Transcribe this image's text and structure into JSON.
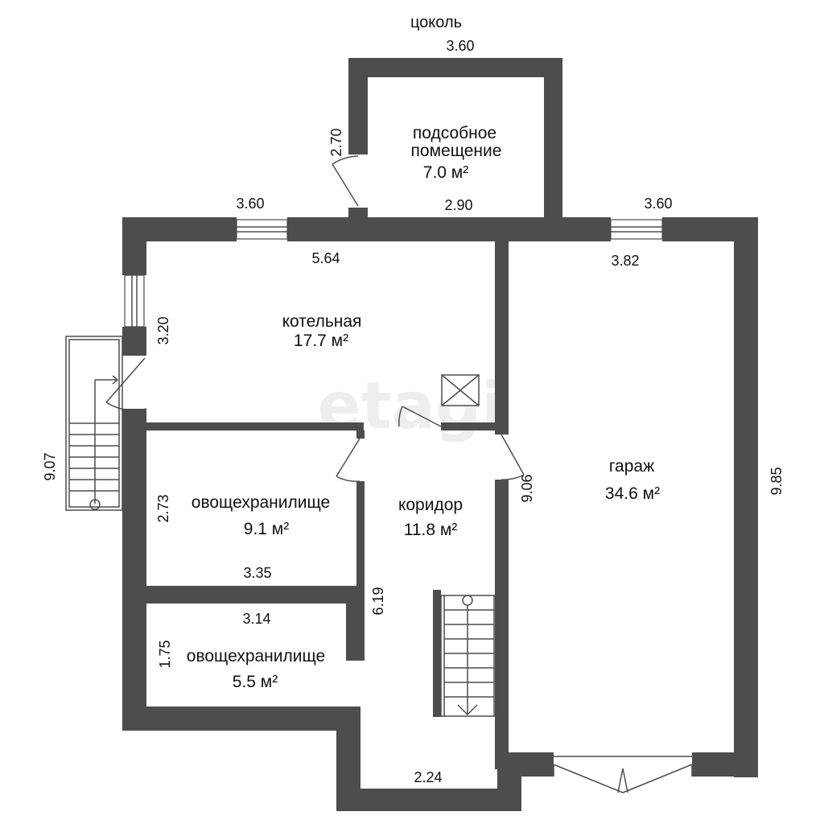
{
  "title": "цоколь",
  "watermark": "etagi",
  "rooms": [
    {
      "name": "подсобное",
      "name2": "помещение",
      "area": "7.0 м²"
    },
    {
      "name": "котельная",
      "area": "17.7 м²"
    },
    {
      "name": "гараж",
      "area": "34.6 м²"
    },
    {
      "name": "коридор",
      "area": "11.8 м²"
    },
    {
      "name": "овощехранилище",
      "area": "9.1 м²"
    },
    {
      "name": "овощехранилище",
      "area": "5.5 м²"
    }
  ],
  "dimensions": {
    "top_title": "3.60",
    "util_height": "2.70",
    "util_bottom": "2.90",
    "left_top": "3.60",
    "right_top": "3.60",
    "boiler_width": "5.64",
    "garage_width": "3.82",
    "boiler_height": "3.20",
    "stair_length": "9.07",
    "veg1_height": "2.73",
    "veg1_width": "3.35",
    "corr_height": "6.19",
    "corr_length": "9.06",
    "garage_length": "9.85",
    "veg2_width": "3.14",
    "veg2_height": "1.75",
    "bottom_width": "2.24"
  },
  "colors": {
    "wall": "#4d4d4d",
    "watermark": "#eeeeee"
  }
}
